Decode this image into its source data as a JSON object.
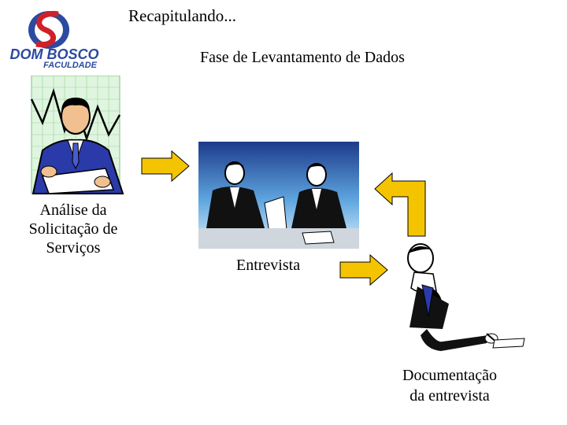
{
  "slide": {
    "title": "Recapitulando...",
    "subtitle": "Fase de Levantamento de Dados"
  },
  "logo": {
    "line1": "DOM BOSCO",
    "line2": "FACULDADE",
    "brand_color": "#2b4aa0",
    "accent_color": "#d0202a"
  },
  "steps": [
    {
      "icon": "businessman-document-icon",
      "caption": "Análise da\nSolicitação de\nServiços"
    },
    {
      "icon": "interview-meeting-icon",
      "caption": "Entrevista"
    },
    {
      "icon": "writing-person-icon",
      "caption": "Documentação\nda entrevista"
    }
  ],
  "arrow_color": "#f5c400"
}
